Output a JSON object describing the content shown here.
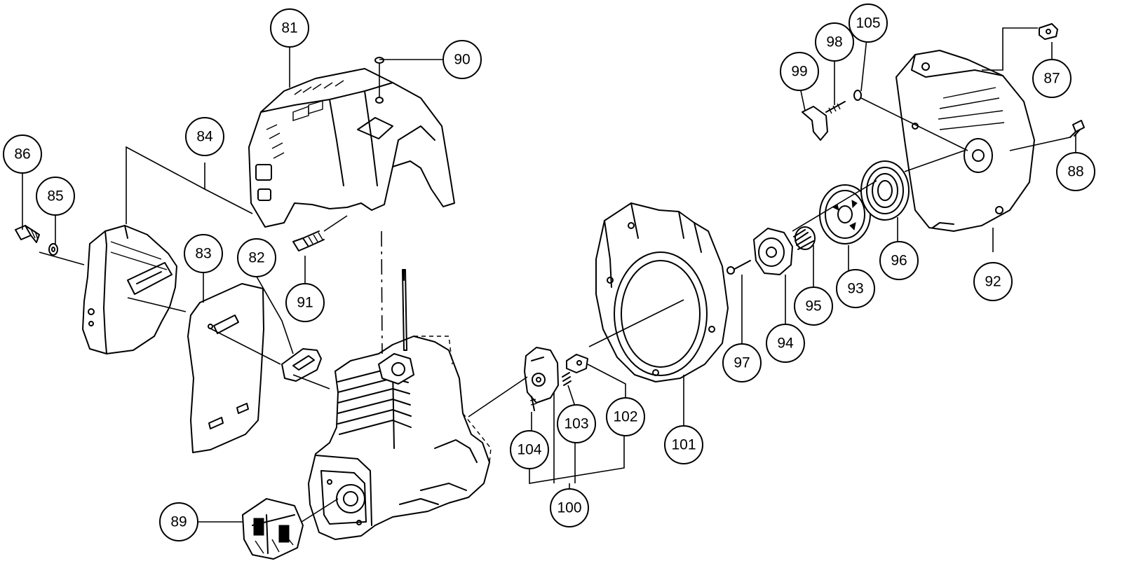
{
  "diagram": {
    "callouts": {
      "c81": "81",
      "c82": "82",
      "c83": "83",
      "c84": "84",
      "c85": "85",
      "c86": "86",
      "c87": "87",
      "c88": "88",
      "c89": "89",
      "c90": "90",
      "c91": "91",
      "c92": "92",
      "c93": "93",
      "c94": "94",
      "c95": "95",
      "c96": "96",
      "c97": "97",
      "c98": "98",
      "c99": "99",
      "c100": "100",
      "c101": "101",
      "c102": "102",
      "c103": "103",
      "c104": "104",
      "c105": "105"
    }
  }
}
